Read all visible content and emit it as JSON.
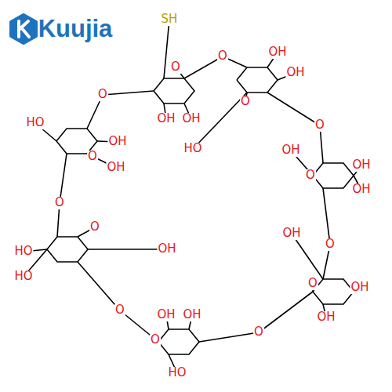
{
  "diagram": {
    "labels": [
      "Kuujia",
      "SH",
      "O",
      "OH",
      "OH",
      "O",
      "O",
      "OH",
      "OH",
      "O",
      "HO",
      "O",
      "OH",
      "OH",
      "O",
      "OH",
      "O",
      "OH",
      "O",
      "OH",
      "OH",
      "O",
      "OH",
      "OH",
      "O",
      "HO",
      "O",
      "HO",
      "HO",
      "O",
      "OH",
      "O",
      "HO",
      "O",
      "OH",
      "OH"
    ]
  }
}
